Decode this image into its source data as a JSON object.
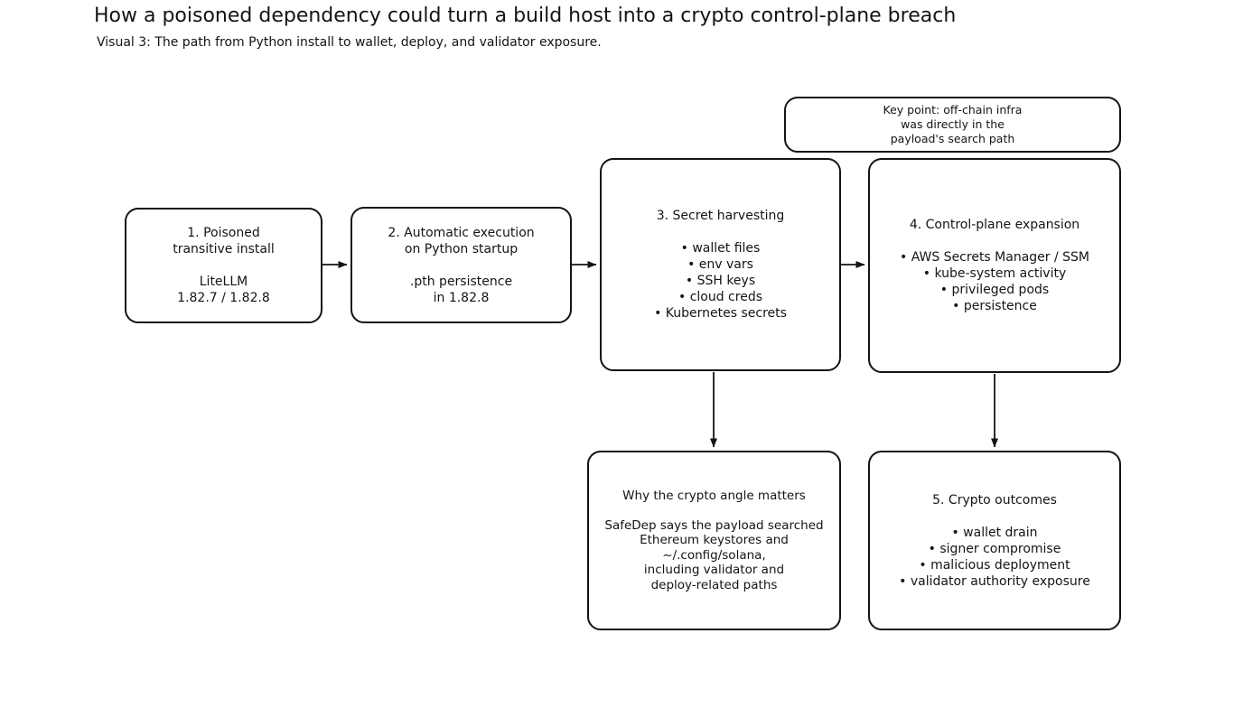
{
  "header": {
    "title": "How a poisoned dependency could turn a build host into a crypto control-plane breach",
    "subtitle": "Visual 3: The path from Python install to wallet, deploy, and validator exposure."
  },
  "diagram": {
    "keypoint": {
      "lines": [
        "Key point: off-chain infra",
        "was directly in the",
        "payload's search path"
      ]
    },
    "step1": {
      "heading": [
        "1. Poisoned",
        "transitive install"
      ],
      "detail": [
        "LiteLLM",
        "1.82.7 / 1.82.8"
      ]
    },
    "step2": {
      "heading": [
        "2. Automatic execution",
        "on Python startup"
      ],
      "detail": [
        ".pth persistence",
        "in 1.82.8"
      ]
    },
    "step3": {
      "heading": "3. Secret harvesting",
      "bullets": [
        "• wallet files",
        "• env vars",
        "• SSH keys",
        "• cloud creds",
        "• Kubernetes secrets"
      ]
    },
    "step4": {
      "heading": "4. Control-plane expansion",
      "bullets": [
        "• AWS Secrets Manager / SSM",
        "• kube-system activity",
        "• privileged pods",
        "• persistence"
      ]
    },
    "why": {
      "heading": "Why the crypto angle matters",
      "detail": [
        "SafeDep says the payload searched",
        "Ethereum keystores and",
        "~/.config/solana,",
        "including validator and",
        "deploy-related paths"
      ]
    },
    "step5": {
      "heading": "5. Crypto outcomes",
      "bullets": [
        "• wallet drain",
        "• signer compromise",
        "• malicious deployment",
        "• validator authority exposure"
      ]
    }
  },
  "colors": {
    "ink": "#141414",
    "background": "#ffffff"
  }
}
